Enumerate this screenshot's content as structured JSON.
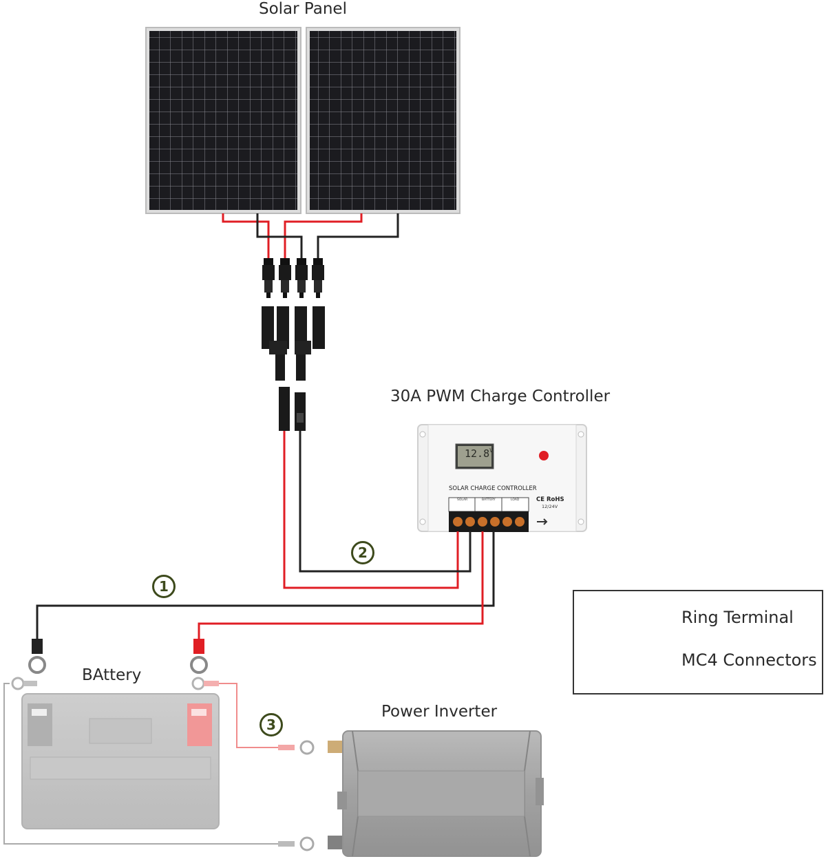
{
  "title_solar_panel": "Solar Panel",
  "title_controller": "30A PWM Charge Controller",
  "title_battery": "BAttery",
  "title_inverter": "Power Inverter",
  "controller": {
    "lcd_value": "12.8",
    "lcd_unit": "V",
    "label": "SOLAR CHARGE CONTROLLER",
    "cert": "CE RoHS",
    "voltage": "12/24V",
    "term_solar": "SOLAR",
    "term_battery": "BATTERY",
    "term_load": "LOAD"
  },
  "steps": [
    "1",
    "2",
    "3"
  ],
  "legend": {
    "ring_terminal": "Ring Terminal",
    "mc4_connectors": "MC4 Connectors"
  },
  "colors": {
    "positive_wire": "#e01e24",
    "negative_wire": "#222222",
    "panel_cells": "#1b1b1f",
    "device_gray": "#9a9a9a"
  }
}
